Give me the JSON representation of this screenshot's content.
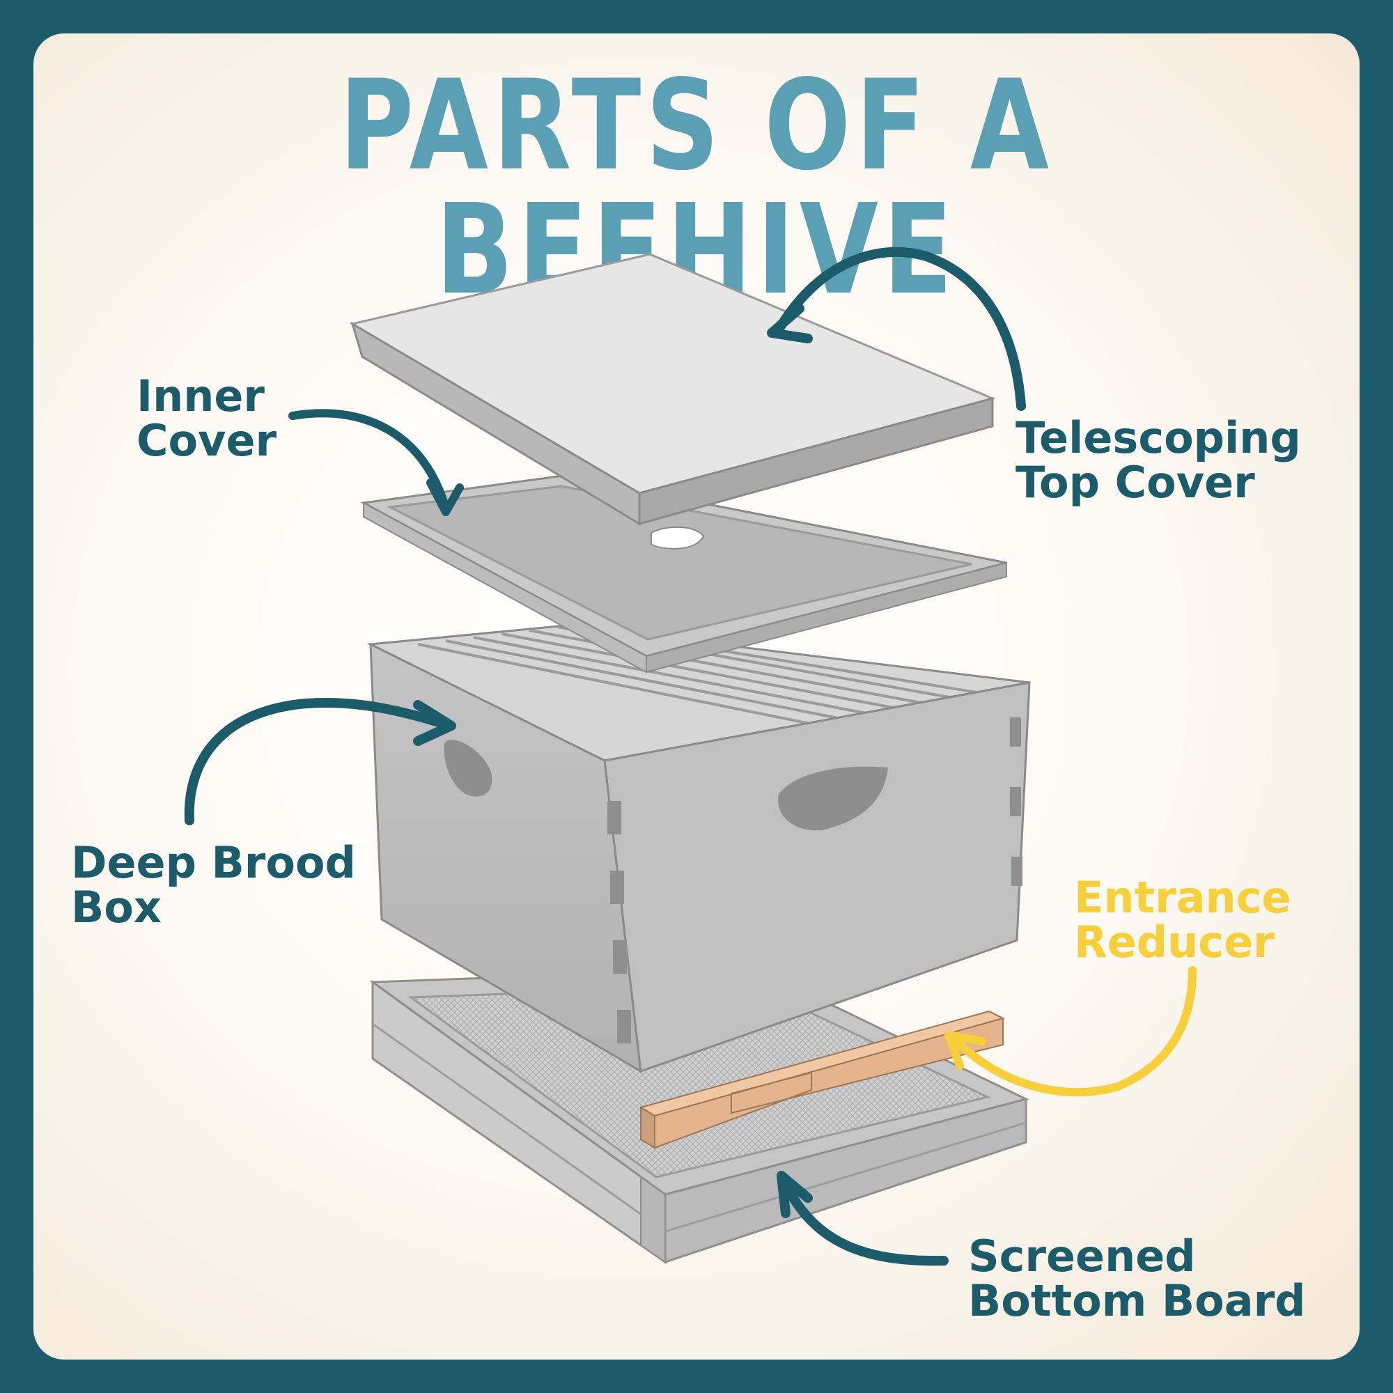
{
  "title": "PARTS OF A BEEHIVE",
  "labels": {
    "inner_cover": [
      "Inner",
      "Cover"
    ],
    "top_cover": [
      "Telescoping",
      "Top Cover"
    ],
    "brood_box": [
      "Deep Brood",
      "Box"
    ],
    "entrance_reducer": [
      "Entrance",
      "Reducer"
    ],
    "bottom_board": [
      "Screened",
      "Bottom Board"
    ]
  },
  "colors": {
    "frame": "#1c5b6a",
    "title": "#5a9fb4",
    "label": "#1c5b6a",
    "accent": "#f7cf3b",
    "reducer_wood": "#e4b48e"
  }
}
